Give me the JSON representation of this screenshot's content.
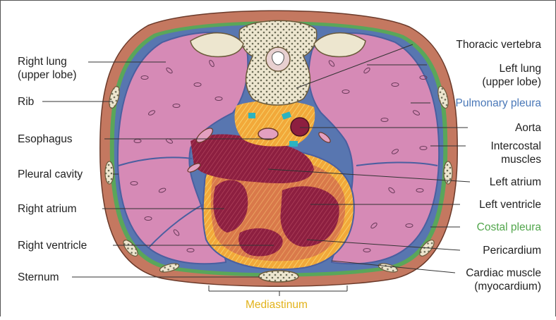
{
  "labels": {
    "right_lung_line1": "Right lung",
    "right_lung_line2": "(upper lobe)",
    "rib": "Rib",
    "esophagus": "Esophagus",
    "pleural_cavity": "Pleural cavity",
    "right_atrium": "Right atrium",
    "right_ventricle": "Right ventricle",
    "sternum": "Sternum",
    "thoracic_vertebra": "Thoracic vertebra",
    "left_lung_line1": "Left lung",
    "left_lung_line2": "(upper lobe)",
    "pulmonary_pleura": "Pulmonary pleura",
    "aorta": "Aorta",
    "intercostal_line1": "Intercostal",
    "intercostal_line2": "muscles",
    "left_atrium": "Left atrium",
    "left_ventricle": "Left ventricle",
    "costal_pleura": "Costal pleura",
    "pericardium": "Pericardium",
    "cardiac_muscle_line1": "Cardiac muscle",
    "cardiac_muscle_line2": "(myocardium)",
    "mediastinum": "Mediastinum"
  },
  "colors": {
    "pulmonary_pleura": "#4a78b8",
    "costal_pleura": "#52a64c",
    "mediastinum": "#e2b21a",
    "lung": "#d98bbd",
    "muscle": "#c97a60",
    "heart": "#8a1c3c",
    "pericardium": "#f0b040"
  }
}
